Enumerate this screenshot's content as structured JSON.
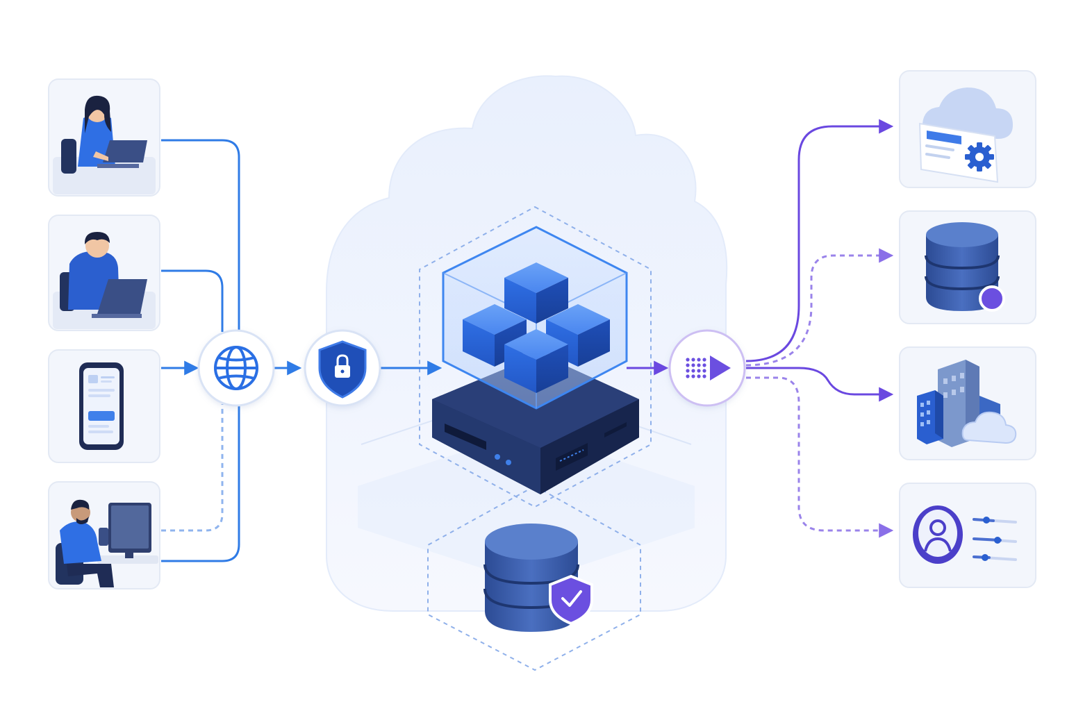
{
  "diagram": {
    "title": "",
    "colors": {
      "background": "#ffffff",
      "card_fill": "#f3f6fc",
      "card_stroke": "#e3e9f4",
      "client_line": "#2f7be6",
      "client_line_dashed": "#8fb4ee",
      "output_line": "#6a48e0",
      "output_line_dashed": "#9a83ea",
      "cloud_fill": "#eef3fd",
      "cube_blue": "#2f6fe4",
      "server_dark": "#1d2d5e",
      "db_blue": "#3f67b8",
      "accent_purple": "#6b4fe0"
    },
    "clients": [
      {
        "id": "remote-worker",
        "icon": "person-laptop-icon"
      },
      {
        "id": "developer",
        "icon": "person-hoodie-laptop-icon"
      },
      {
        "id": "mobile-app",
        "icon": "smartphone-icon"
      },
      {
        "id": "desktop-user",
        "icon": "person-desktop-icon"
      }
    ],
    "gateway_icons": {
      "internet": "globe-icon",
      "security": "shield-lock-icon",
      "core": "modular-cubes-server-icon",
      "storage": "secure-database-icon",
      "router": "data-stream-arrow-icon"
    },
    "destinations": [
      {
        "id": "cloud-config",
        "icon": "cloud-settings-icon",
        "link": "solid"
      },
      {
        "id": "database",
        "icon": "database-icon",
        "link": "dashed"
      },
      {
        "id": "enterprise",
        "icon": "office-building-cloud-icon",
        "link": "solid"
      },
      {
        "id": "user-profile",
        "icon": "user-profile-settings-icon",
        "link": "dashed"
      }
    ]
  }
}
